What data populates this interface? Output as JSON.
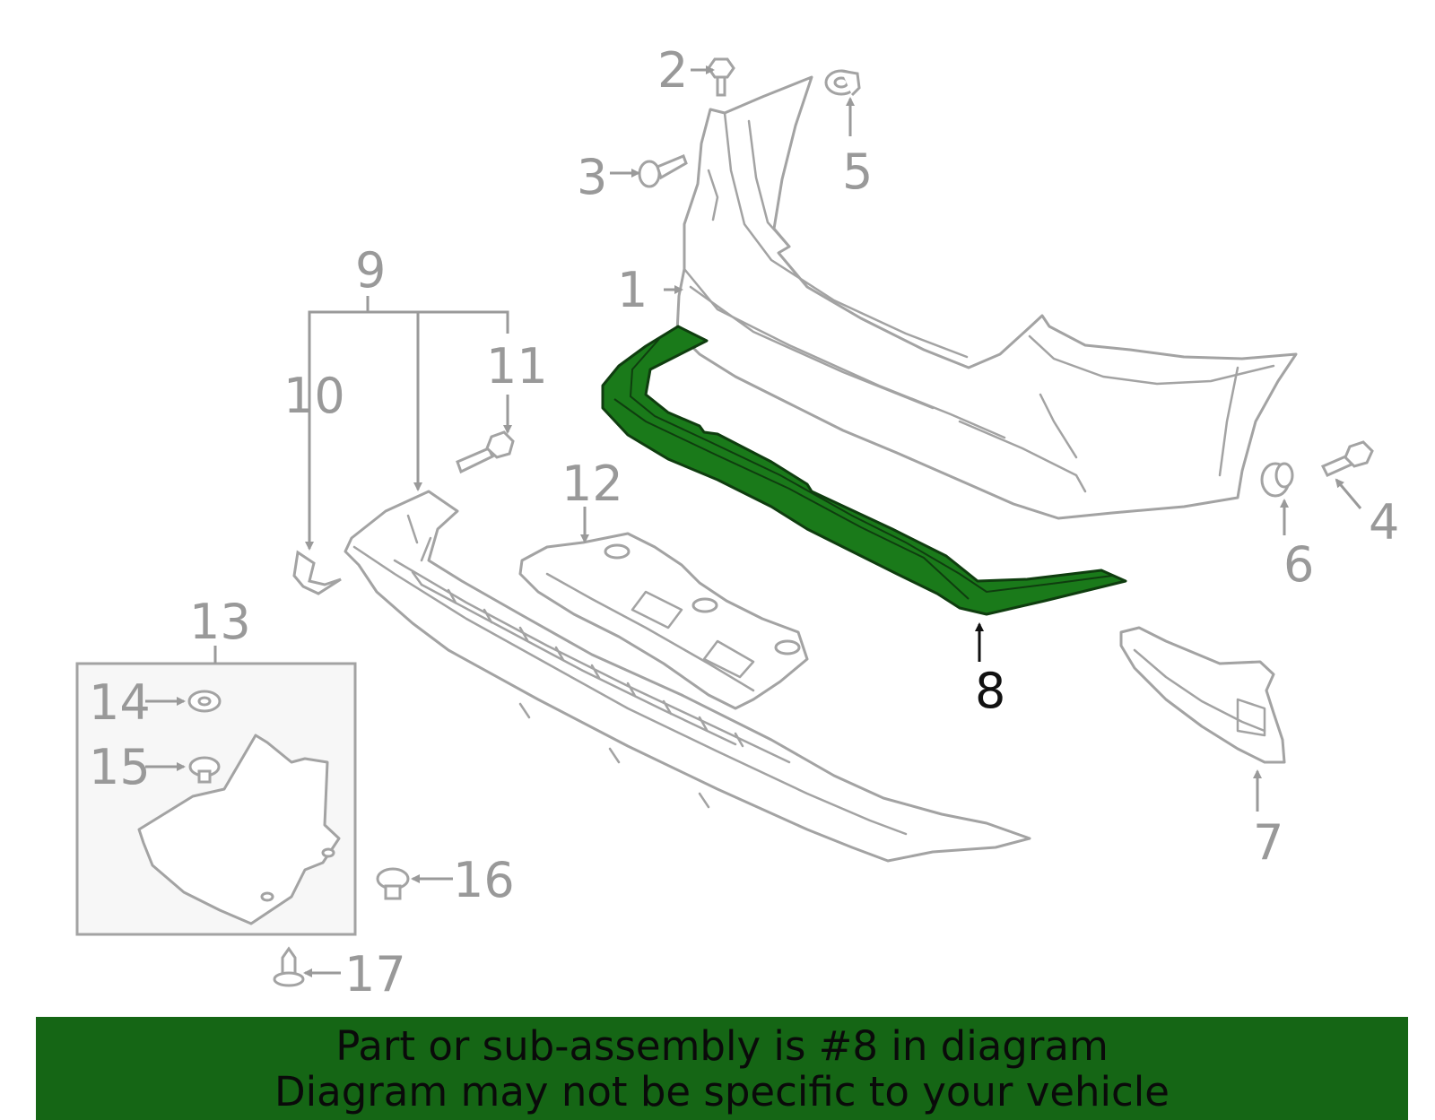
{
  "callouts": {
    "c1": "1",
    "c2": "2",
    "c3": "3",
    "c4": "4",
    "c5": "5",
    "c6": "6",
    "c7": "7",
    "c8": "8",
    "c9": "9",
    "c10": "10",
    "c11": "11",
    "c12": "12",
    "c13": "13",
    "c14": "14",
    "c15": "15",
    "c16": "16",
    "c17": "17"
  },
  "highlight": {
    "part_number": "8",
    "color": "#1a7a1a",
    "outline": "#0f3d0f"
  },
  "colors": {
    "line_art": "#a3a3a3",
    "banner_bg": "#156615",
    "banner_text": "#0a0a0a"
  },
  "banner": {
    "line1": "Part or sub-assembly is #8 in diagram",
    "line2": "Diagram may not be specific to your vehicle"
  }
}
